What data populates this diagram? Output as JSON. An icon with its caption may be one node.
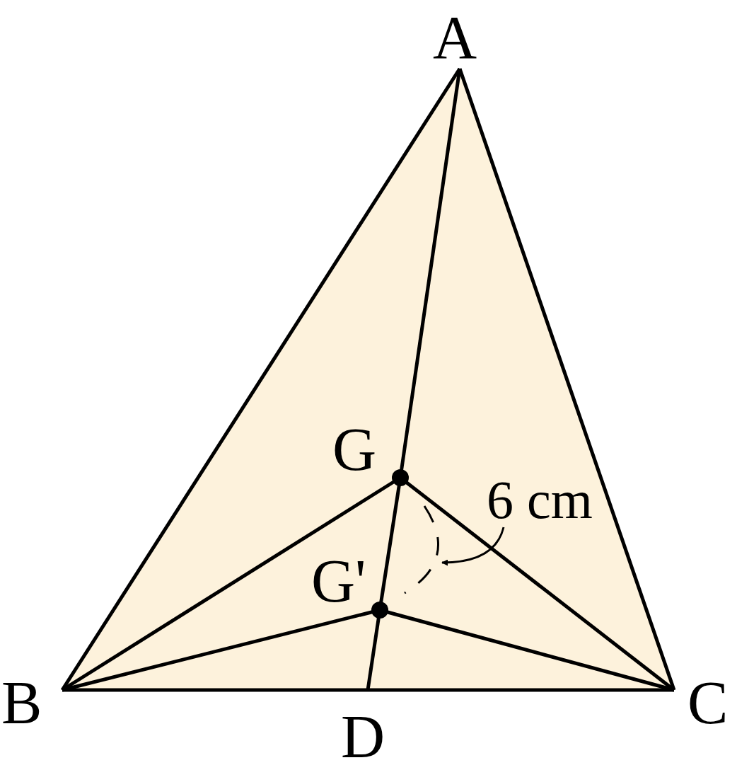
{
  "diagram": {
    "nodes": [
      {
        "text": [
          "A"
        ]
      },
      {
        "text": [
          "G"
        ]
      },
      {
        "text": [
          "6 cm"
        ]
      },
      {
        "text": [
          "G'"
        ]
      },
      {
        "text": [
          "B"
        ]
      },
      {
        "text": [
          "D"
        ]
      },
      {
        "text": [
          "C"
        ]
      }
    ],
    "edges": [
      {
        "from": 0,
        "to": 4,
        "arrow": "none"
      },
      {
        "from": 0,
        "to": 6,
        "arrow": "none"
      },
      {
        "from": 4,
        "to": 6,
        "arrow": "none"
      },
      {
        "from": 0,
        "to": 1,
        "arrow": "none"
      },
      {
        "from": 1,
        "to": 3,
        "arrow": "none"
      },
      {
        "from": 3,
        "to": 5,
        "arrow": "none"
      },
      {
        "from": 4,
        "to": 1,
        "arrow": "none"
      },
      {
        "from": 1,
        "to": 6,
        "arrow": "none"
      },
      {
        "from": 4,
        "to": 3,
        "arrow": "none"
      },
      {
        "from": 3,
        "to": 6,
        "arrow": "none"
      },
      {
        "from": 2,
        "to": null,
        "arrow": "to"
      }
    ]
  }
}
